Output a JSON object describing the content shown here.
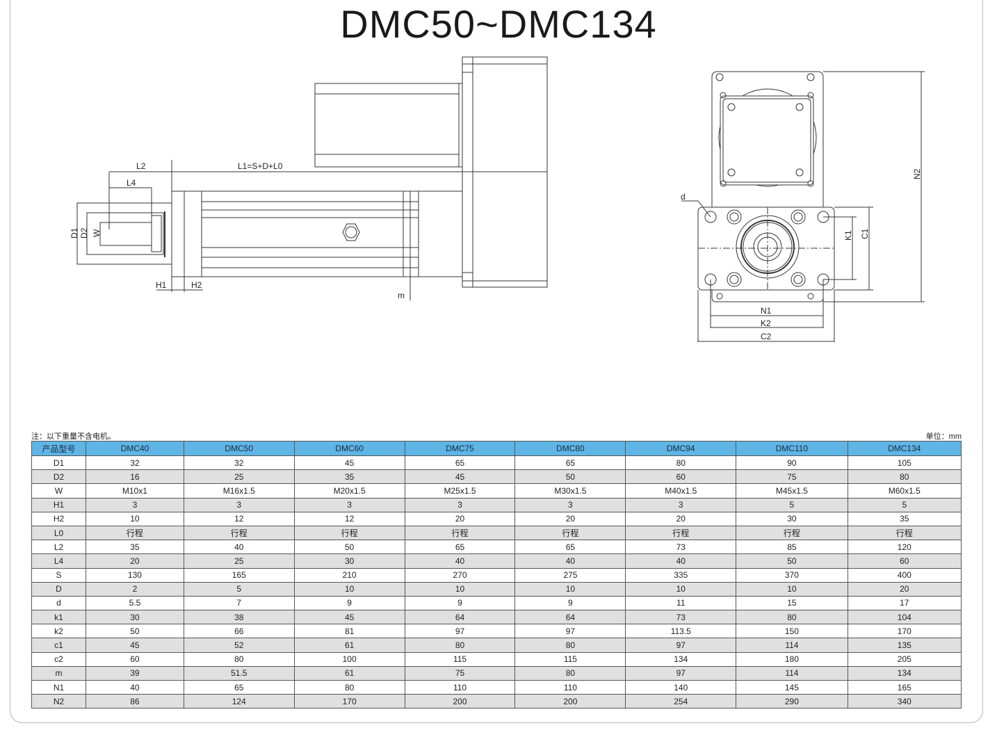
{
  "title": "DMC50~DMC134",
  "drawing_labels": {
    "L2": "L2",
    "L4": "L4",
    "L1": "L1=S+D+L0",
    "D1": "D1",
    "D2": "D2",
    "W": "W",
    "H1": "H1",
    "H2": "H2",
    "m": "m",
    "d": "d",
    "N1": "N1",
    "K2": "K2",
    "C2": "C2",
    "K1": "K1",
    "C1": "C1",
    "N2": "N2"
  },
  "note": "注：以下重量不含电机。",
  "unit": "单位：mm",
  "table": {
    "header": [
      "产品型号",
      "DMC40",
      "DMC50",
      "DMC60",
      "DMC75",
      "DMC80",
      "DMC94",
      "DMC110",
      "DMC134"
    ],
    "rows": [
      [
        "D1",
        "32",
        "32",
        "45",
        "65",
        "65",
        "80",
        "90",
        "105"
      ],
      [
        "D2",
        "16",
        "25",
        "35",
        "45",
        "50",
        "60",
        "75",
        "80"
      ],
      [
        "W",
        "M10x1",
        "M16x1.5",
        "M20x1.5",
        "M25x1.5",
        "M30x1.5",
        "M40x1.5",
        "M45x1.5",
        "M60x1.5"
      ],
      [
        "H1",
        "3",
        "3",
        "3",
        "3",
        "3",
        "3",
        "5",
        "5"
      ],
      [
        "H2",
        "10",
        "12",
        "12",
        "20",
        "20",
        "20",
        "30",
        "35"
      ],
      [
        "L0",
        "行程",
        "行程",
        "行程",
        "行程",
        "行程",
        "行程",
        "行程",
        "行程"
      ],
      [
        "L2",
        "35",
        "40",
        "50",
        "65",
        "65",
        "73",
        "85",
        "120"
      ],
      [
        "L4",
        "20",
        "25",
        "30",
        "40",
        "40",
        "40",
        "50",
        "60"
      ],
      [
        "S",
        "130",
        "165",
        "210",
        "270",
        "275",
        "335",
        "370",
        "400"
      ],
      [
        "D",
        "2",
        "5",
        "10",
        "10",
        "10",
        "10",
        "10",
        "20"
      ],
      [
        "d",
        "5.5",
        "7",
        "9",
        "9",
        "9",
        "11",
        "15",
        "17"
      ],
      [
        "k1",
        "30",
        "38",
        "45",
        "64",
        "64",
        "73",
        "80",
        "104"
      ],
      [
        "k2",
        "50",
        "66",
        "81",
        "97",
        "97",
        "113.5",
        "150",
        "170"
      ],
      [
        "c1",
        "45",
        "52",
        "61",
        "80",
        "80",
        "97",
        "114",
        "135"
      ],
      [
        "c2",
        "60",
        "80",
        "100",
        "115",
        "115",
        "134",
        "180",
        "205"
      ],
      [
        "m",
        "39",
        "51.5",
        "61",
        "75",
        "80",
        "97",
        "114",
        "134"
      ],
      [
        "N1",
        "40",
        "65",
        "80",
        "110",
        "110",
        "140",
        "145",
        "165"
      ],
      [
        "N2",
        "86",
        "124",
        "170",
        "200",
        "200",
        "254",
        "290",
        "340"
      ]
    ]
  }
}
